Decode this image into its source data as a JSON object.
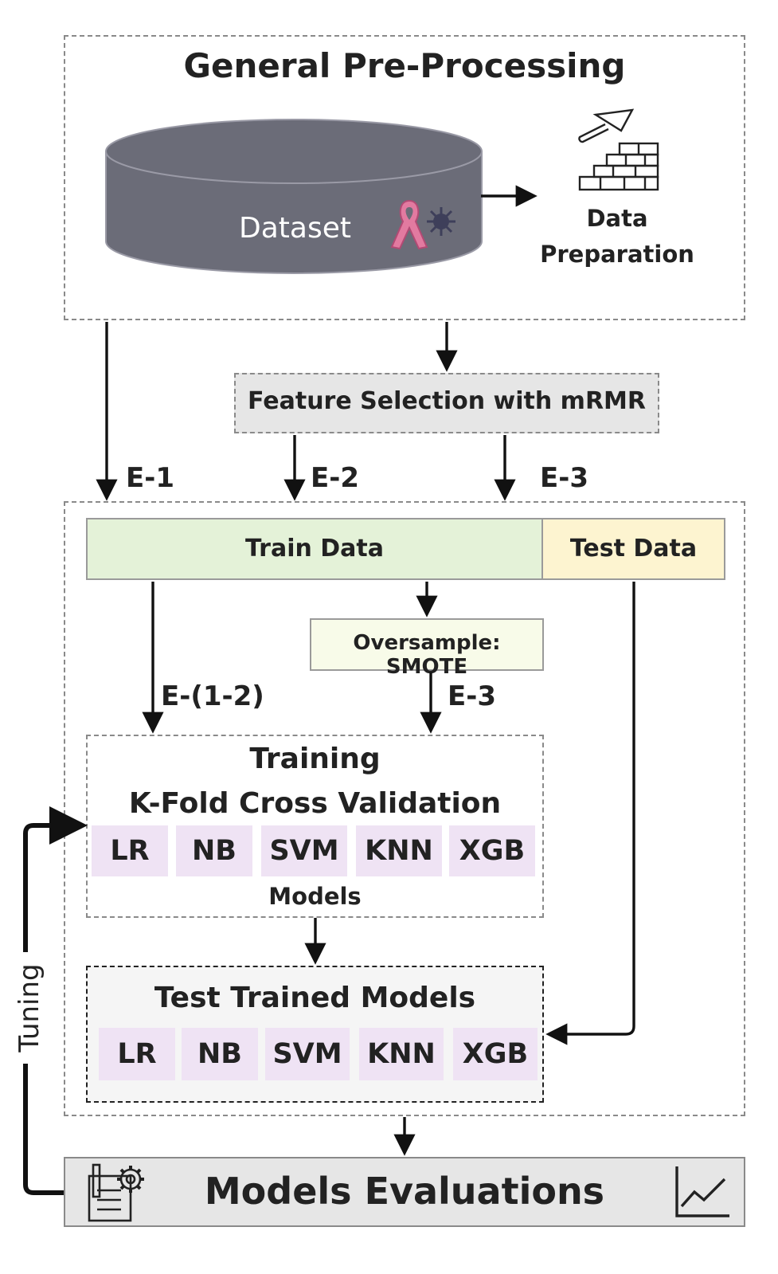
{
  "preprocessing": {
    "title": "General Pre-Processing",
    "dataset_label": "Dataset",
    "preparation_label_1": "Data",
    "preparation_label_2": "Preparation"
  },
  "feature_selection": {
    "label": "Feature Selection with mRMR"
  },
  "experiments": {
    "e1": "E-1",
    "e2": "E-2",
    "e3": "E-3",
    "e12": "E-(1-2)",
    "e3_smote": "E-3"
  },
  "split": {
    "train": "Train Data",
    "test": "Test Data"
  },
  "oversample": {
    "label": "Oversample: SMOTE"
  },
  "training": {
    "title_1": "Training",
    "title_2": "K-Fold Cross Validation",
    "models": [
      "LR",
      "NB",
      "SVM",
      "KNN",
      "XGB"
    ],
    "models_caption": "Models"
  },
  "testing": {
    "title": "Test Trained Models",
    "models": [
      "LR",
      "NB",
      "SVM",
      "KNN",
      "XGB"
    ]
  },
  "tuning": {
    "label": "Tuning"
  },
  "evaluation": {
    "label": "Models Evaluations"
  },
  "colors": {
    "train": "#e4f2d8",
    "test": "#fdf4d0",
    "model_bg": "#efe3f4",
    "dataset": "#6b6c78",
    "feature_bg": "#e6e6e6",
    "eval_bg": "#e6e6e6"
  },
  "icons": [
    "ribbon-icon",
    "virus-icon",
    "trowel-brick-icon",
    "settings-report-icon",
    "line-chart-icon"
  ]
}
